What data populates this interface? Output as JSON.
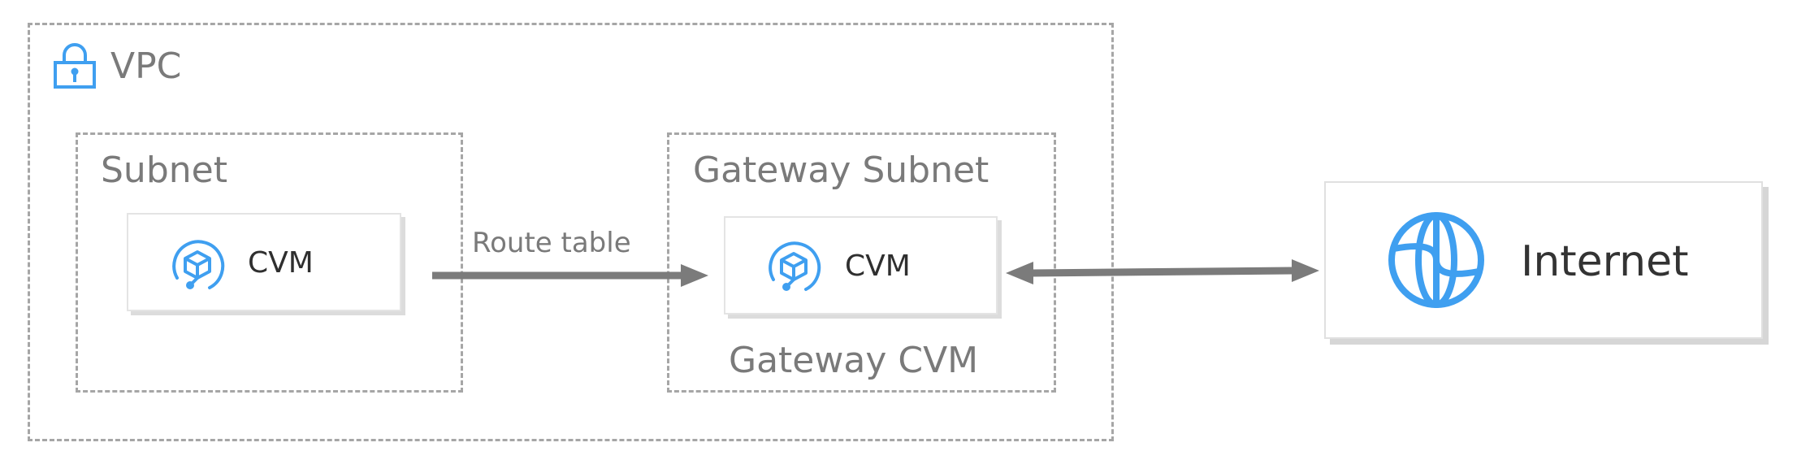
{
  "vpc": {
    "label": "VPC",
    "icon": "lock-icon"
  },
  "subnet": {
    "label": "Subnet",
    "node": {
      "label": "CVM",
      "icon": "cvm-icon"
    }
  },
  "gateway_subnet": {
    "label": "Gateway Subnet",
    "node": {
      "label": "CVM",
      "icon": "cvm-icon"
    },
    "caption": "Gateway CVM"
  },
  "route": {
    "label": "Route table"
  },
  "internet": {
    "label": "Internet",
    "icon": "globe-icon"
  },
  "colors": {
    "accent": "#3f9ff0",
    "border": "#a6a6a6",
    "arrow": "#7b7b7b",
    "text": "#7a7a7a"
  }
}
